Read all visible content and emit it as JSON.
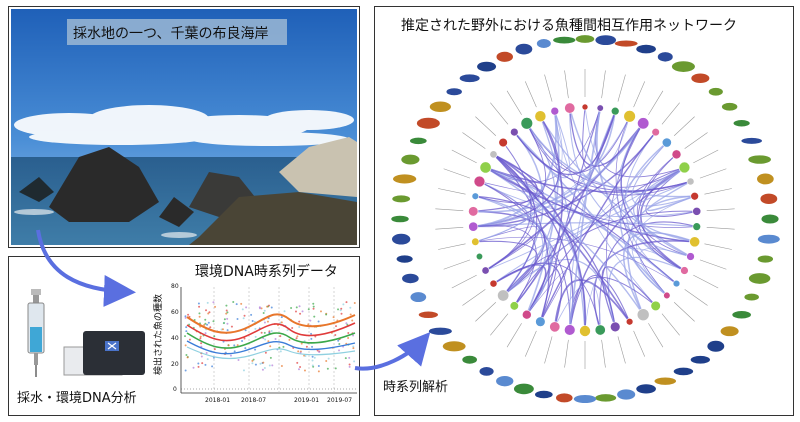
{
  "photo": {
    "caption": "採水地の一つ、千葉の布良海岸"
  },
  "analysis": {
    "label": "採水・環境DNA分析"
  },
  "timeseries": {
    "title": "環境DNA時系列データ"
  },
  "network": {
    "title": "推定された野外における魚種間相互作用ネットワーク"
  },
  "arrow_label": "時系列解析",
  "chart_data": {
    "type": "scatter",
    "title": "環境DNA時系列データ",
    "ylabel": "検出された魚の種数",
    "xlabel": "",
    "x_tick_labels": [
      "2018-01",
      "2018-07",
      "2019-01",
      "2019-07"
    ],
    "y_tick_labels": [
      "0",
      "20",
      "40",
      "60",
      "80"
    ],
    "ylim": [
      0,
      80
    ],
    "grid": "vertical dashed"
  },
  "colors": {
    "ocean": "#2f6fa8",
    "sky_top": "#2a6fc4",
    "arrow": "#5a6fe0",
    "edge": "#6a5acd"
  }
}
